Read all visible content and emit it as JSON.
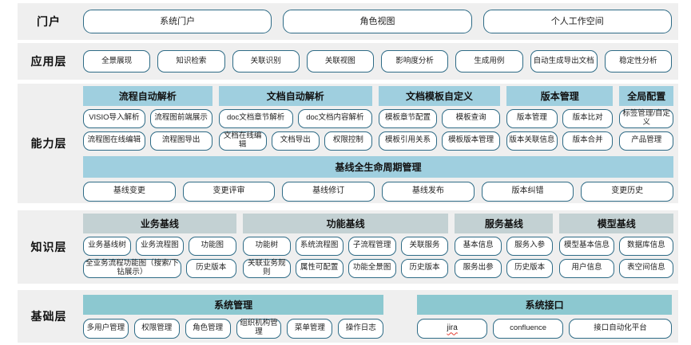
{
  "layers": [
    {
      "id": "portal",
      "label": "门户",
      "items": [
        "系统门户",
        "角色视图",
        "个人工作空间"
      ]
    },
    {
      "id": "application",
      "label": "应用层",
      "items": [
        "全景展现",
        "知识检索",
        "关联识别",
        "关联视图",
        "影响度分析",
        "生成用例",
        "自动生成导出文档",
        "稳定性分析"
      ]
    },
    {
      "id": "capability",
      "label": "能力层",
      "groups": [
        {
          "title": "流程自动解析",
          "flex": 1.72,
          "rows": [
            [
              "VISIO导入解析",
              "流程图前端展示"
            ],
            [
              "流程图在线编辑",
              "流程图导出"
            ]
          ]
        },
        {
          "title": "文档自动解析",
          "flex": 2.05,
          "rows": [
            [
              "doc文档章节解析",
              "doc文档内容解析"
            ],
            [
              "文档在线编辑",
              "文档导出",
              "权限控制"
            ]
          ]
        },
        {
          "title": "文档模板自定义",
          "flex": 1.62,
          "rows": [
            [
              "模板章节配置",
              "模板查询"
            ],
            [
              "模板引用关系",
              "模板版本管理"
            ]
          ]
        },
        {
          "title": "版本管理",
          "flex": 1.42,
          "rows": [
            [
              "版本管理",
              "版本比对"
            ],
            [
              "版本关联信息",
              "版本合并"
            ]
          ]
        },
        {
          "title": "全局配置",
          "flex": 0.72,
          "rows": [
            [
              "标签管理/自定义"
            ],
            [
              "产品管理"
            ]
          ]
        }
      ],
      "lifecycle": {
        "title": "基线全生命周期管理",
        "items": [
          "基线变更",
          "变更评审",
          "基线修订",
          "基线发布",
          "版本纠错",
          "变更历史"
        ]
      }
    },
    {
      "id": "knowledge",
      "label": "知识层",
      "groups": [
        {
          "title": "业务基线",
          "flex": 1.95,
          "rows": [
            [
              "业务基线树",
              "业务流程图",
              "功能图"
            ],
            [
              "全业务流程功能图（搜索/下钻展示）",
              "历史版本"
            ]
          ],
          "row2_weights": [
            2.05,
            1
          ]
        },
        {
          "title": "功能基线",
          "flex": 2.62,
          "rows": [
            [
              "功能树",
              "系统流程图",
              "子流程管理",
              "关联服务"
            ],
            [
              "关联业务规则",
              "属性可配置",
              "功能全景图",
              "历史版本"
            ]
          ]
        },
        {
          "title": "服务基线",
          "flex": 1.25,
          "rows": [
            [
              "基本信息",
              "服务入参"
            ],
            [
              "服务出参",
              "历史版本"
            ]
          ]
        },
        {
          "title": "模型基线",
          "flex": 1.45,
          "rows": [
            [
              "模型基本信息",
              "数据库信息"
            ],
            [
              "用户信息",
              "表空间信息"
            ]
          ]
        }
      ]
    },
    {
      "id": "foundation",
      "label": "基础层",
      "groups": [
        {
          "title": "系统管理",
          "flex": 1.18,
          "items": [
            "多用户管理",
            "权限管理",
            "角色管理",
            "组织机构管理",
            "菜单管理",
            "操作日志"
          ]
        },
        {
          "title": "系统接口",
          "flex": 1,
          "items": [
            "jira",
            "confluence",
            "接口自动化平台"
          ],
          "spellcheck_flagged": [
            "jira"
          ]
        }
      ]
    }
  ],
  "colors": {
    "band_background": "#efefef",
    "pill_border": "#2e6b86",
    "capability_header": "#9fcfdf",
    "knowledge_header": "#c3d1d3",
    "foundation_header": "#8cc8d0",
    "page_background": "#ffffff",
    "spellcheck_underline": "#e23b30"
  }
}
